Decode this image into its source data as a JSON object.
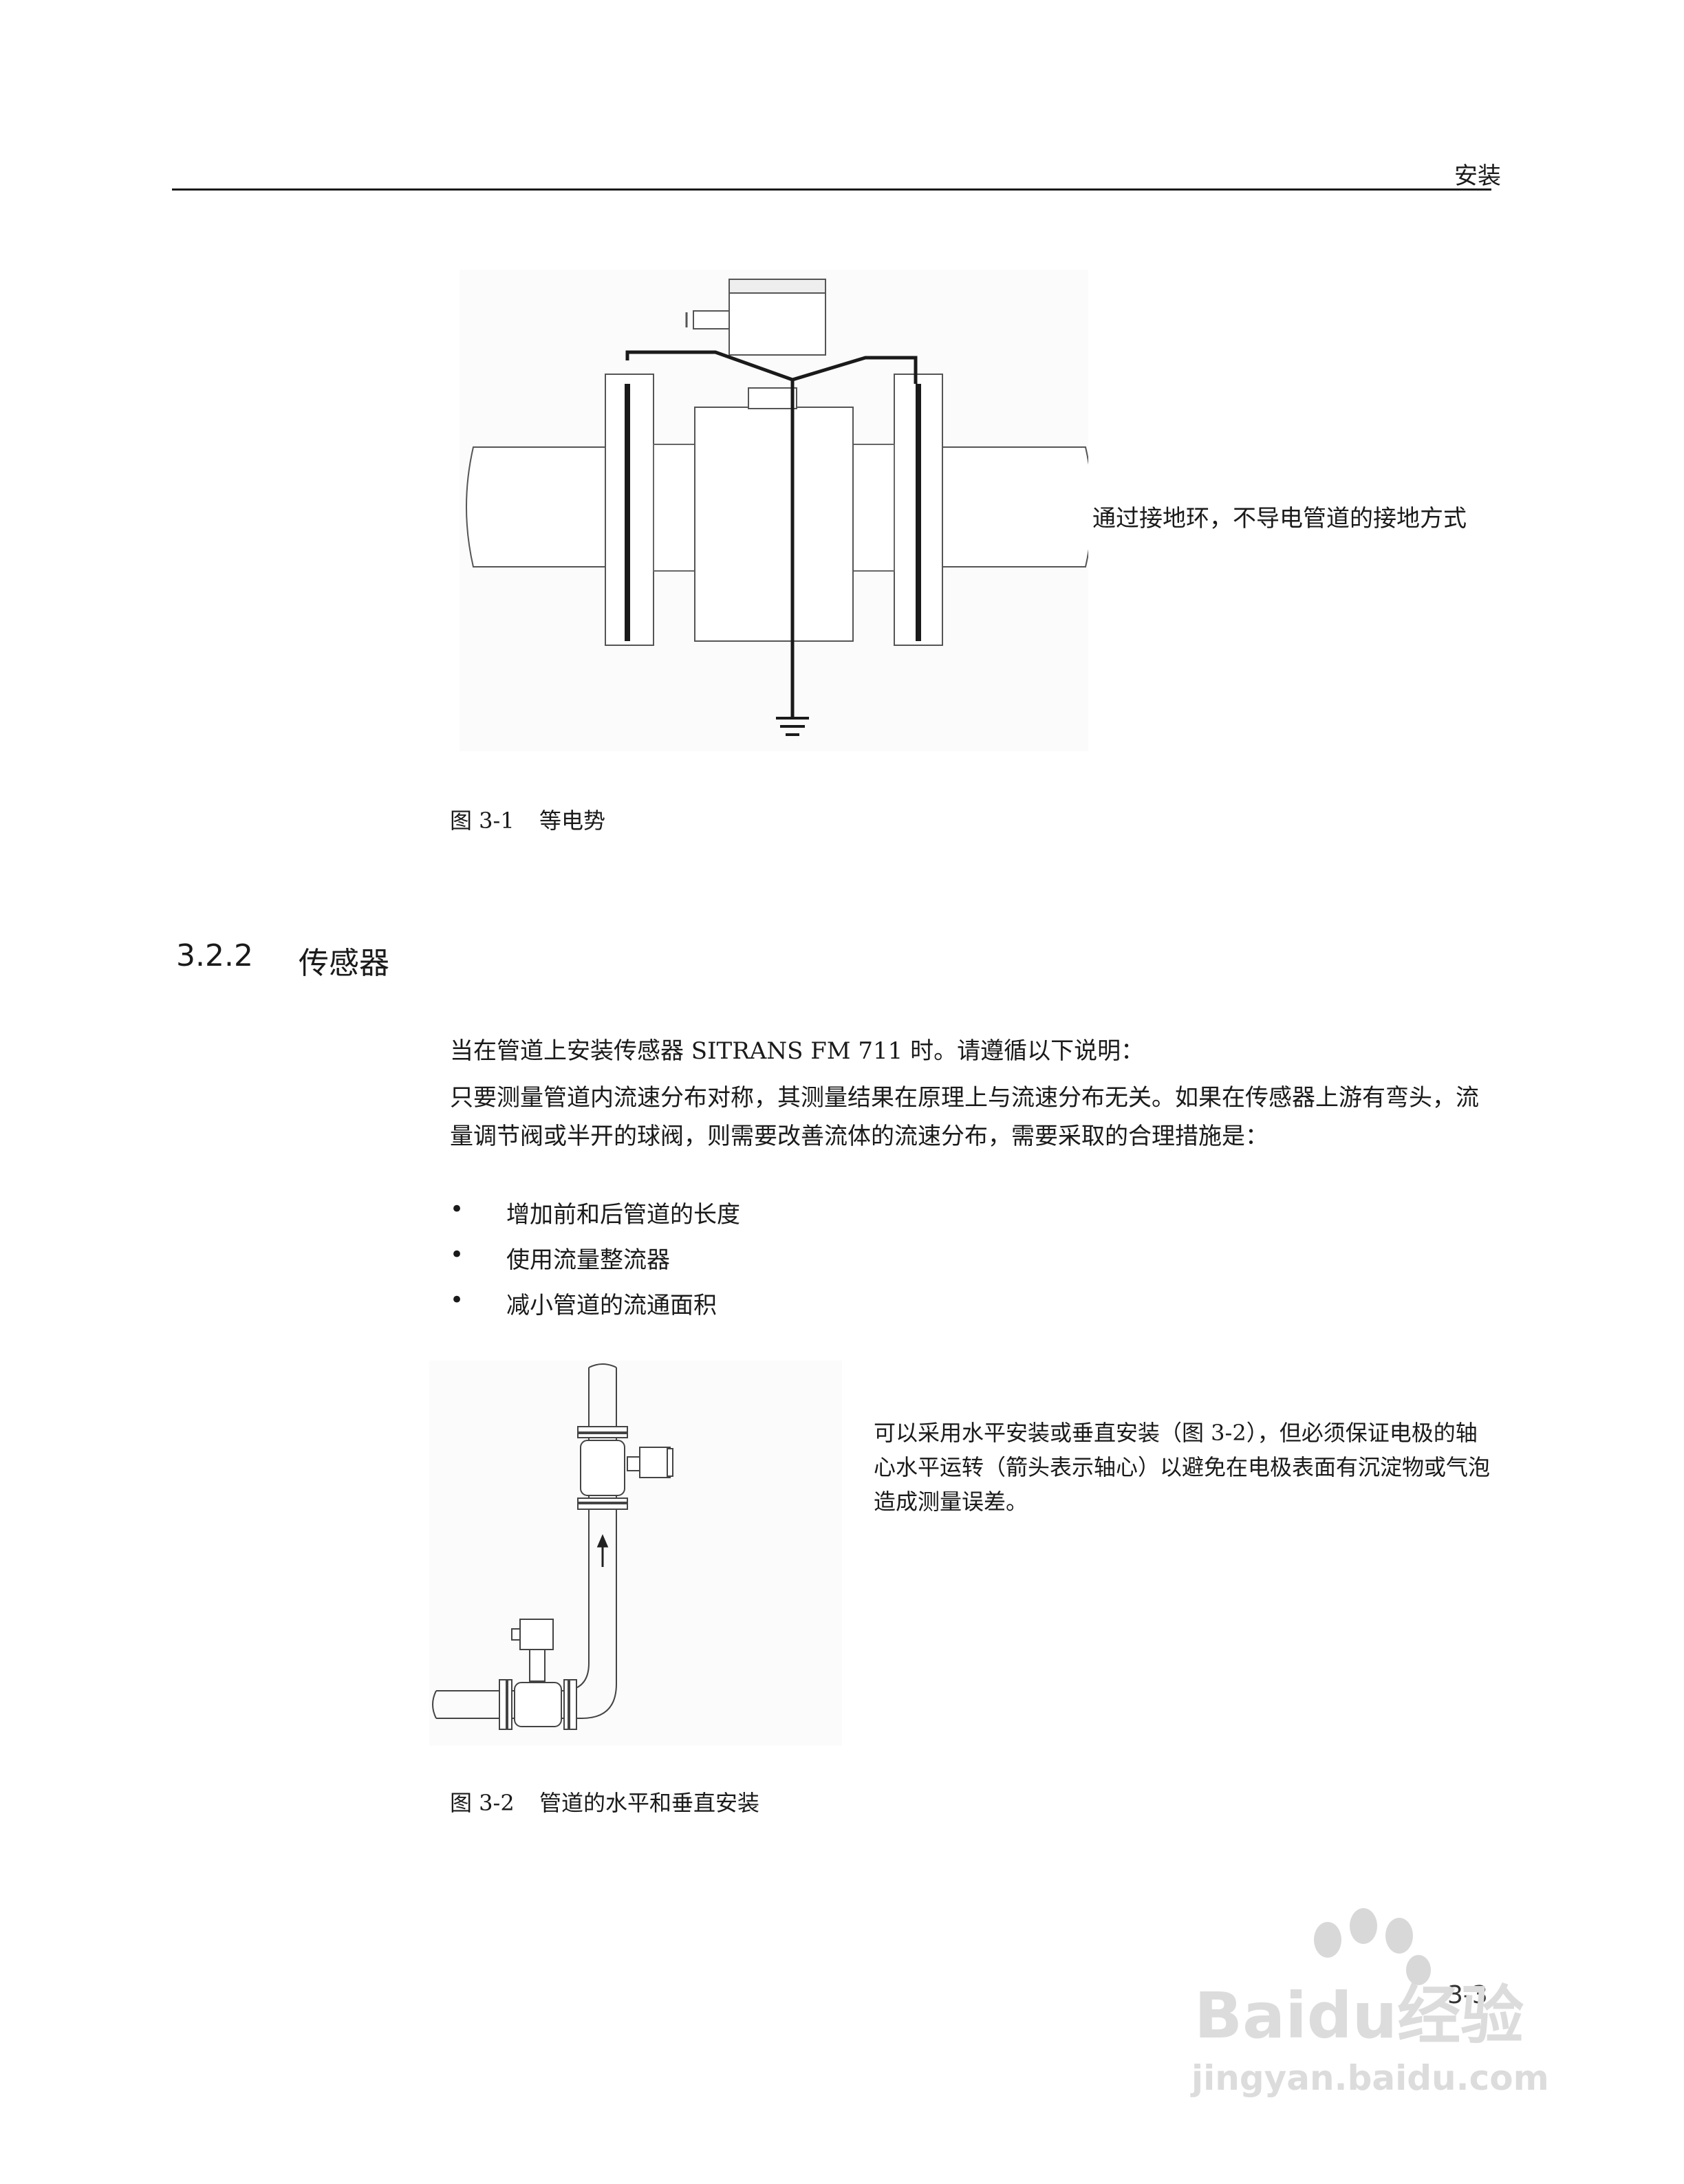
{
  "header": {
    "title": "安装"
  },
  "figure1": {
    "note": "通过接地环，不导电管道的接地方式",
    "caption_label": "图 3-1",
    "caption_text": "等电势"
  },
  "section": {
    "number": "3.2.2",
    "title": "传感器",
    "intro": "当在管道上安装传感器 SITRANS FM 711 时。请遵循以下说明：",
    "paragraph": "只要测量管道内流速分布对称，其测量结果在原理上与流速分布无关。如果在传感器上游有弯头，流量调节阀或半开的球阀，则需要改善流体的流速分布，需要采取的合理措施是：",
    "bullets": [
      "增加前和后管道的长度",
      "使用流量整流器",
      "减小管道的流通面积"
    ]
  },
  "figure2": {
    "note": "可以采用水平安装或垂直安装（图 3-2），但必须保证电极的轴心水平运转（箭头表示轴心）以避免在电极表面有沉淀物或气泡造成测量误差。",
    "caption_label": "图 3-2",
    "caption_text": "管道的水平和垂直安装"
  },
  "page_number": "3-3",
  "watermark": {
    "brand": "Baidu经验",
    "url": "jingyan.baidu.com"
  }
}
